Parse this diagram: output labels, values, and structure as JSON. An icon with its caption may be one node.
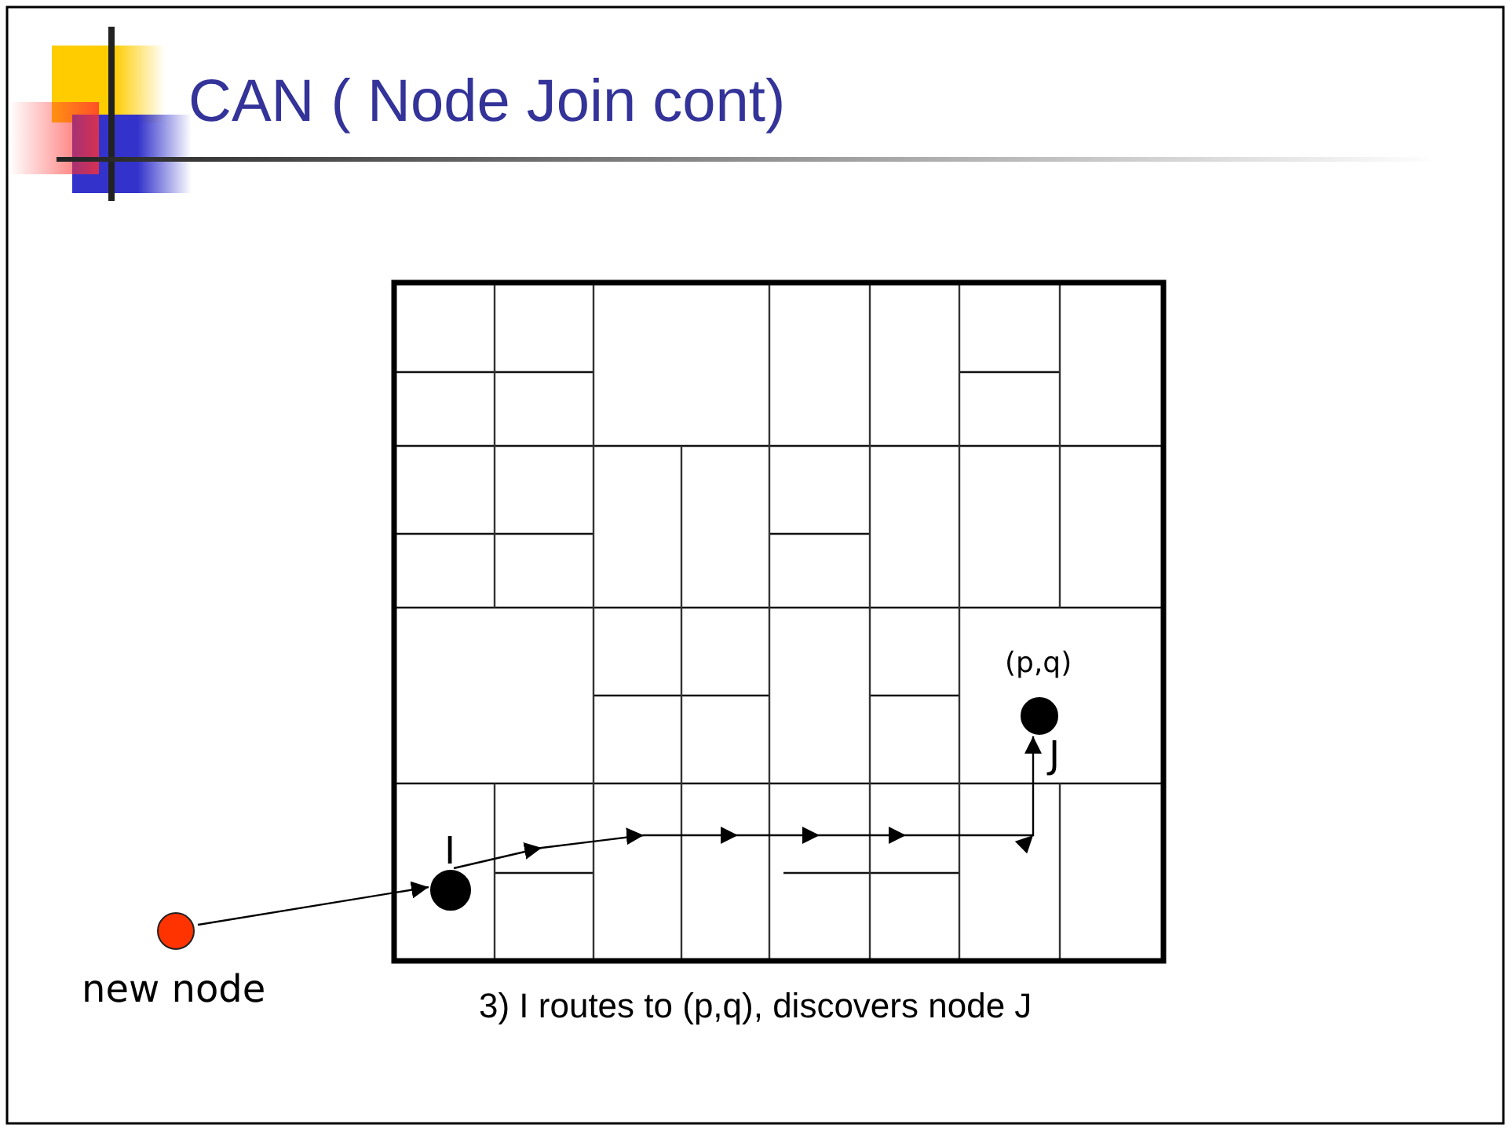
{
  "diagram": {
    "title": "CAN ( Node Join cont)",
    "nodes": [
      {
        "text": [],
        "shape": "circle",
        "beside": [
          "new node"
        ]
      },
      {
        "text": [],
        "shape": "circle",
        "beside": [
          "I"
        ]
      },
      {
        "text": [],
        "shape": "circle",
        "beside": [
          "(p,q)",
          "J"
        ]
      }
    ],
    "edges": [
      {
        "from": 0,
        "to": 1,
        "arrow": "to"
      },
      {
        "from": 1,
        "to": 2,
        "arrow": "to"
      }
    ],
    "labels": [
      "3) I routes to (p,q), discovers node J"
    ]
  }
}
